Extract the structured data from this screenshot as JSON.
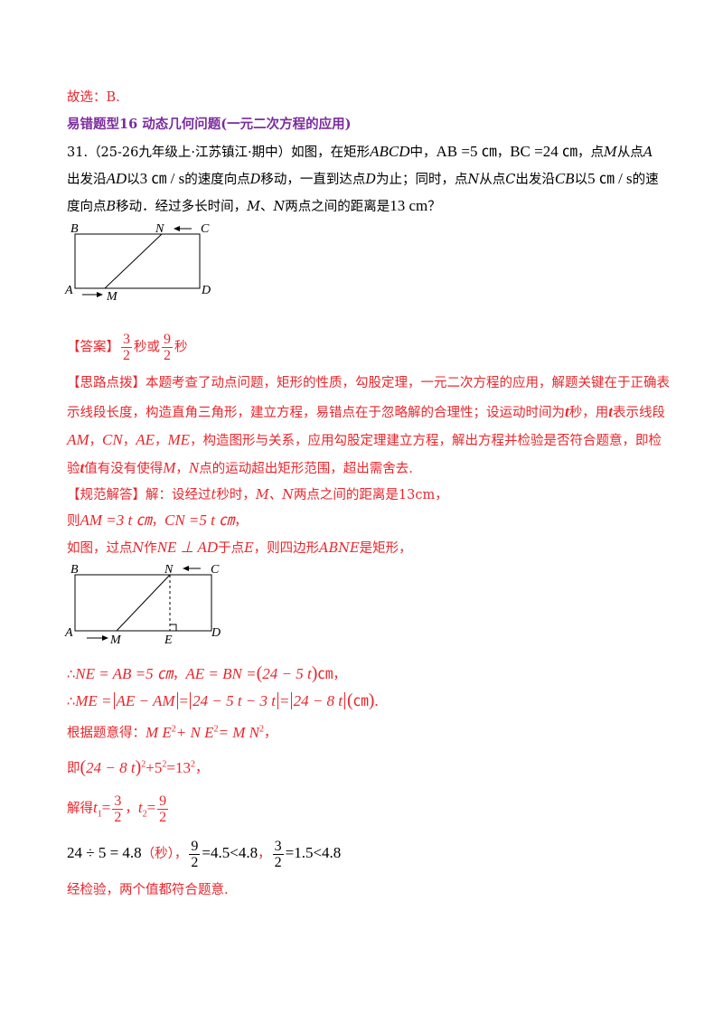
{
  "prev_answer": "故选：B.",
  "section_title": "易错题型16 动态几何问题(一元二次方程的应用)",
  "problem": {
    "number": "31.",
    "source": "（25-26九年级上·江苏镇江·期中）",
    "line1_a": "如图，在矩形",
    "line1_b": "中，",
    "line1_c": "，",
    "line1_d": "，点",
    "line1_e": "从点",
    "rect_name": "ABCD",
    "ab_eq": "AB =5 ㎝",
    "bc_eq": "BC =24 ㎝",
    "pt_M": "M",
    "pt_A": "A",
    "line2_a": "出发沿",
    "seg_AD": "AD",
    "line2_b": "以",
    "speed_M": "3 ㎝ / s",
    "line2_c": "的速度向点",
    "pt_D": "D",
    "line2_d": "移动，一直到达点",
    "line2_e": "为止；同时，点",
    "pt_N": "N",
    "line2_f": "从点",
    "pt_C": "C",
    "line2_g": "出发沿",
    "seg_CB": "CB",
    "line2_h": "以",
    "speed_N": "5 ㎝ / s",
    "line2_i": "的速",
    "line3_a": "度向点",
    "pt_B": "B",
    "line3_b": "移动．经过多长时间，",
    "line3_c": "、",
    "line3_d": "两点之间的距离是",
    "dist": "13 cm",
    "line3_e": "？"
  },
  "figure_labels": {
    "B": "B",
    "N": "N",
    "C": "C",
    "A": "A",
    "M": "M",
    "D": "D",
    "E": "E"
  },
  "answer": {
    "label": "【答案】",
    "f1_num": "3",
    "f1_den": "2",
    "sec1": "秒或",
    "f2_num": "9",
    "f2_den": "2",
    "sec2": "秒"
  },
  "analysis": {
    "label": "【思路点拨】",
    "l1": "本题考查了动点问题，矩形的性质，勾股定理，一元二次方程的应用，解题关键在于正确表",
    "l2_a": "示线段长度，构造直角三角形，建立方程，易错点在于忽略解的合理性；设运动时间为",
    "t": "t",
    "l2_b": "秒，用",
    "l2_c": "表示线段",
    "l3_am": "AM",
    "l3_cn": "CN",
    "l3_ae": "AE",
    "l3_me": "ME",
    "comma": "，",
    "l3_b": "，构造图形与关系，应用勾股定理建立方程，解出方程并检验是否符合题意，即检",
    "l4_a": "验",
    "l4_b": "值有没有使得",
    "l4_m": "M",
    "l4_n": "N",
    "l4_c": "点的运动超出矩形范围，超出需舍去."
  },
  "solution": {
    "label": "【规范解答】",
    "intro_a": "解：设经过",
    "intro_t": "t",
    "intro_b": "秒时，",
    "intro_c": "M、N",
    "intro_d": "两点之间的距离是13cm，",
    "then": "则",
    "am_eq": "AM =3 t ㎝",
    "cn_eq": "CN =5 t ㎝",
    "tail_comma": "，",
    "fig_a": "如图，过点",
    "fig_n": "N",
    "fig_b": "作",
    "fig_perp": "NE ⊥ AD",
    "fig_c": "于点",
    "fig_e": "E",
    "fig_d": "，则四边形",
    "fig_abne": "ABNE",
    "fig_f": "是矩形，",
    "s1_a": "∴",
    "s1_b": "NE = AB =5 ㎝",
    "s1_c": "AE = BN =",
    "s1_d": "24 − 5 t",
    "s1_e": "㎝",
    "s2_a": "∴",
    "s2_b": "ME =",
    "s2_c": "AE − AM",
    "s2_d": "=",
    "s2_e": "24 − 5 t − 3 t",
    "s2_f": "=",
    "s2_g": "24 − 8 t",
    "s2_h": "㎝",
    "s2_i": ".",
    "s3_a": "根据题意得：",
    "s3_b": "M E",
    "s3_c": "+ N E",
    "s3_d": "= M N",
    "s3_e": "，",
    "sq": "2",
    "s4_a": "即",
    "s4_b": "24 − 8 t",
    "s4_c": "+5",
    "s4_d": "=13",
    "s4_e": "，",
    "s5_a": "解得",
    "s5_t1": "t",
    "s5_sub1": "1",
    "s5_eq": "=",
    "s5_n1": "3",
    "s5_d1": "2",
    "s5_comma": "，",
    "s5_t2": "t",
    "s5_sub2": "2",
    "s5_n2": "9",
    "s5_d2": "2",
    "s6_a": "24 ÷ 5 = 4.8",
    "s6_b": "（秒）",
    "s6_c": "，",
    "s6_n1": "9",
    "s6_d1": "2",
    "s6_e": "=4.5<4.8",
    "s6_n2": "3",
    "s6_d2": "2",
    "s6_f": "=1.5<4.8",
    "s7": "经检验，两个值都符合题意."
  }
}
